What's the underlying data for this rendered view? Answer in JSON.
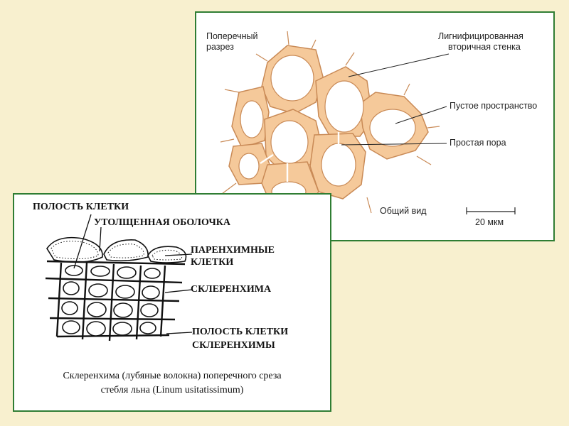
{
  "top_diagram": {
    "label_cross_section_1": "Поперечный",
    "label_cross_section_2": "разрез",
    "label_lignified_1": "Лигнифицированная",
    "label_lignified_2": "вторичная стенка",
    "label_empty_space": "Пустое пространство",
    "label_simple_pore": "Простая пора",
    "label_general_view": "Общий вид",
    "label_scale": "20 мкм",
    "colors": {
      "wall_fill": "#f5c99a",
      "wall_stroke": "#c98a56",
      "lumen": "#ffffff",
      "frame": "#2f7d33"
    }
  },
  "bottom_diagram": {
    "label_cell_cavity": "ПОЛОСТЬ КЛЕТКИ",
    "label_thick_wall": "УТОЛЩЕННАЯ ОБОЛОЧКА",
    "label_parenchyma_1": "ПАРЕНХИМНЫЕ",
    "label_parenchyma_2": "КЛЕТКИ",
    "label_sclerenchyma": "СКЛЕРЕНХИМА",
    "label_scl_cavity_1": "ПОЛОСТЬ КЛЕТКИ",
    "label_scl_cavity_2": "СКЛЕРЕНХИМЫ",
    "caption_line1": "Склеренхима (лубяные волокна) поперечного среза",
    "caption_line2": "стебля льна (Linum usitatissimum)"
  }
}
